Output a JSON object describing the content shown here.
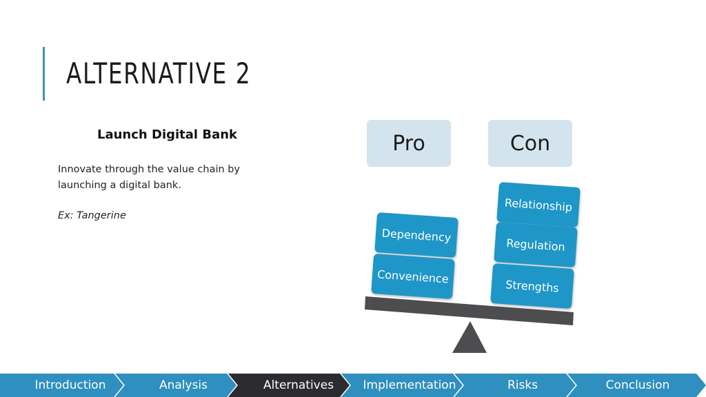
{
  "slide": {
    "title": "ALTERNATIVE 2",
    "heading": "Launch Digital Bank",
    "body": "Innovate through the value chain by launching a digital bank.",
    "example": "Ex: Tangerine"
  },
  "balance": {
    "pro_label": "Pro",
    "con_label": "Con",
    "pro_items": [
      "Dependency",
      "Convenience"
    ],
    "con_items": [
      "Relationship",
      "Regulation",
      "Strengths"
    ]
  },
  "nav": {
    "items": [
      {
        "label": "Introduction",
        "active": false
      },
      {
        "label": "Analysis",
        "active": false
      },
      {
        "label": "Alternatives",
        "active": true
      },
      {
        "label": "Implementation",
        "active": false
      },
      {
        "label": "Risks",
        "active": false
      },
      {
        "label": "Conclusion",
        "active": false
      }
    ]
  },
  "colors": {
    "accent": "#3d93b8",
    "chip": "#1f96c8",
    "header_box": "#d4e4ee",
    "beam": "#4d4d50",
    "nav": "#2f8fbe",
    "nav_active": "#2c2c30"
  }
}
